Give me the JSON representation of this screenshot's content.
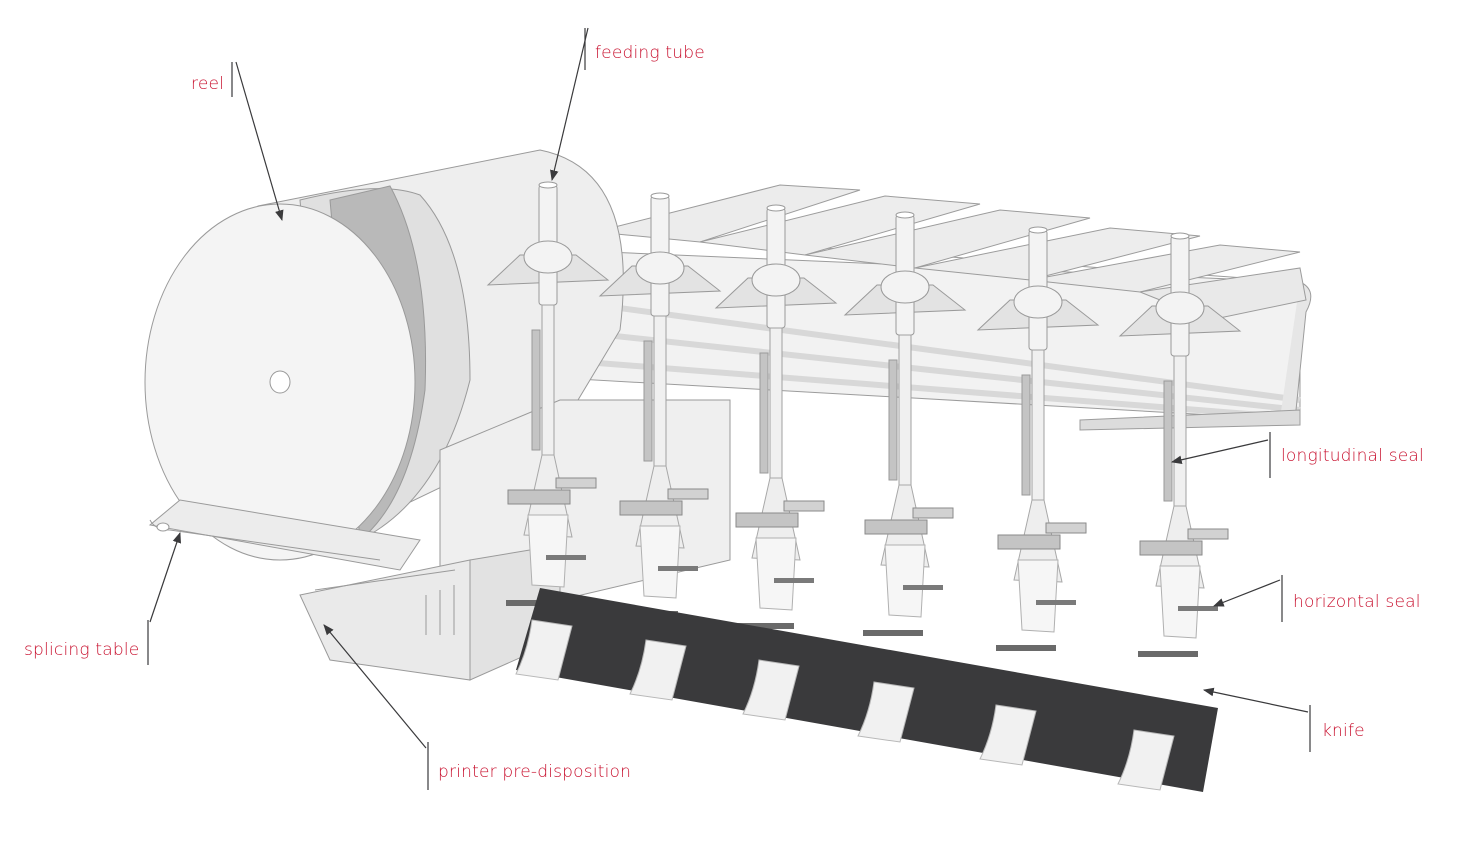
{
  "colors": {
    "label": "#c8102e",
    "leader": "#3a3a3c",
    "machine_light": "#f3f3f3",
    "machine_mid": "#e3e3e3",
    "machine_dark": "#c4c4c4",
    "belt": "#3a3a3c"
  },
  "labels": {
    "reel": "reel",
    "feeding_tube": "feeding tube",
    "longitudinal_seal": "longitudinal seal",
    "horizontal_seal": "horizontal seal",
    "knife": "knife",
    "splicing_table": "splicing table",
    "printer_predisposition": "printer pre-disposition"
  }
}
